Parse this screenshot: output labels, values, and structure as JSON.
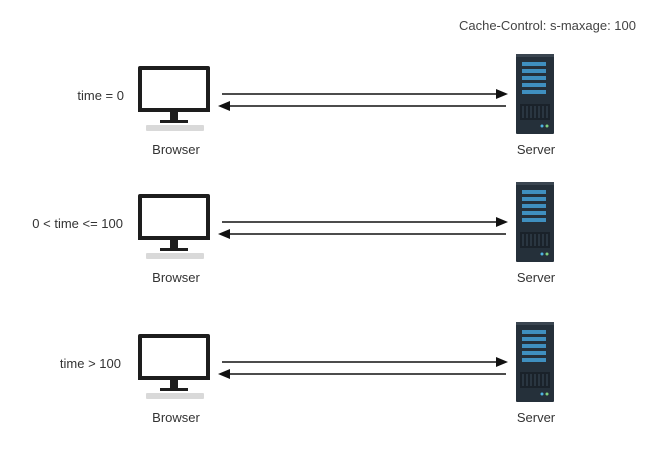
{
  "header": {
    "cache_control": "Cache-Control: s-maxage: 100"
  },
  "rows": [
    {
      "time_label": "time = 0",
      "browser_label": "Browser",
      "server_label": "Server"
    },
    {
      "time_label": "0 < time <= 100",
      "browser_label": "Browser",
      "server_label": "Server"
    },
    {
      "time_label": "time > 100",
      "browser_label": "Browser",
      "server_label": "Server"
    }
  ],
  "colors": {
    "monitor_frame": "#1d1d1d",
    "monitor_screen": "#ffffff",
    "keyboard": "#d9d9d9",
    "server_body": "#25303a",
    "server_slot": "#3f8fbf",
    "arrow": "#111111"
  },
  "icons": {
    "browser": "desktop-computer-icon",
    "server": "server-tower-icon"
  }
}
